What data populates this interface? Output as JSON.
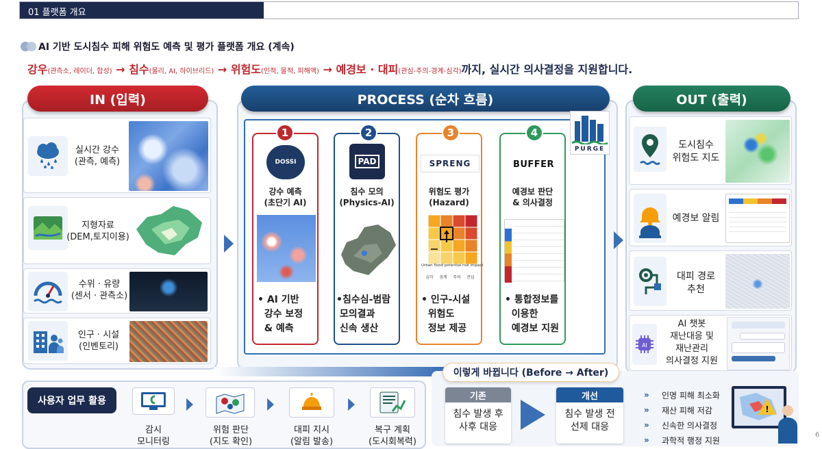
{
  "header": {
    "section": "01   플랫폼 개요"
  },
  "title": "AI 기반 도시침수 피해 위험도 예측 및 평가 플랫폼 개요 (계속)",
  "subtitle": {
    "p1": "강우",
    "p1s": "(관측소, 레이더, 합성)",
    "a1": " → ",
    "p2": "침수",
    "p2s": "(물리, AI, 하이브리드)",
    "a2": " → ",
    "p3": "위험도",
    "p3s": "(인적, 물적, 피해액)",
    "a3": " → ",
    "p4": "예경보 · 대피",
    "p4s": "(관심-주의-경계-심각)",
    "p5": "까지, 실시간 의사결정을 지원합니다."
  },
  "in": {
    "title": "IN (입력)",
    "items": [
      {
        "label": "실시간 강수\n(관측, 예측)"
      },
      {
        "label": "지형자료\n(DEM,토지이용)"
      },
      {
        "label": "수위 · 유량\n(센서 · 관측소)"
      },
      {
        "label": "인구 · 시설\n(인벤토리)"
      }
    ]
  },
  "process": {
    "title": "PROCESS (순차 흐름)",
    "purge": "PURGE",
    "steps": [
      {
        "num": "1",
        "logo": "DOSSI",
        "title": "강수 예측\n(초단기 AI)",
        "body": "• AI 기반\n  강수 보정\n  & 예측",
        "color": "#c1272d"
      },
      {
        "num": "2",
        "logo": "PAD",
        "title": "침수 모의\n(Physics-AI)",
        "body": "•침수심-범람\n 모의결과\n 신속 생산",
        "color": "#1f4e8c"
      },
      {
        "num": "3",
        "logo": "SPRENG",
        "title": "위험도 평가\n(Hazard)",
        "body": "• 인구-시설\n  위험도\n  정보 제공",
        "color": "#e8832a",
        "chart_caption": "Urban flood potential risk impact",
        "row_labels": [
          "심각",
          "경계",
          "주의",
          "관심"
        ]
      },
      {
        "num": "4",
        "logo": "BUFFER",
        "title": "예경보 판단\n& 의사결정",
        "body": "• 통합정보를\n  이용한\n  예경보 지원",
        "color": "#2e9a5b"
      }
    ]
  },
  "out": {
    "title": "OUT (출력)",
    "items": [
      {
        "label": "도시침수\n위험도 지도"
      },
      {
        "label": "예경보 알림"
      },
      {
        "label": "대피 경로\n추천"
      },
      {
        "label": "AI 챗봇\n재난대응 및\n재난관리\n의사결정 지원"
      }
    ]
  },
  "bottom": {
    "user_label": "사용자 업무 활용",
    "tasks": [
      {
        "label": "감시\n모니터링"
      },
      {
        "label": "위험 판단\n(지도 확인)"
      },
      {
        "label": "대피 지시\n(알림 발송)"
      },
      {
        "label": "복구 계획\n(도시회복력)"
      }
    ],
    "change_title": "이렇게 바뀝니다 (Before → After)",
    "before": {
      "head": "기존",
      "body": "침수 발생 후\n사후 대응"
    },
    "after": {
      "head": "개선",
      "body": "침수 발생 전\n선제 대응"
    },
    "benefits": [
      "인명 피해 최소화",
      "재산 피해 저감",
      "신속한 의사결정",
      "과학적 행정 지원"
    ]
  },
  "page_number": "6",
  "colors": {
    "red": "#c1272d",
    "navy": "#1c2a4d",
    "blue": "#1f5a9c",
    "green": "#1e7b5b"
  }
}
